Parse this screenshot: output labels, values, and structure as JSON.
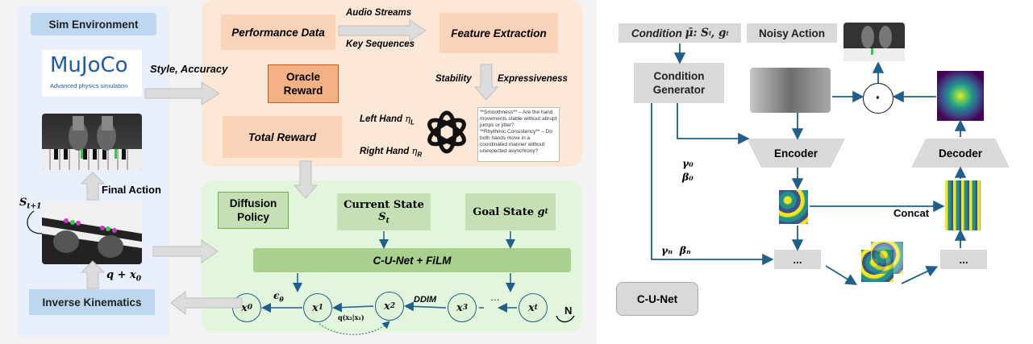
{
  "left": {
    "sim_environment": "Sim Environment",
    "mujoco_logo": "MuJoCo",
    "mujoco_sub": "Advanced physics simulation",
    "style_accuracy": "Style, Accuracy",
    "final_action": "Final Action",
    "state_next": "S",
    "state_next_sub": "t+1",
    "q_x0": "q + x",
    "q_x0_sub": "0",
    "inverse_kinematics": "Inverse Kinematics"
  },
  "reward": {
    "performance_data": "Performance Data",
    "audio_streams": "Audio Streams",
    "key_sequences": "Key Sequences",
    "feature_extraction": "Feature Extraction",
    "stability": "Stability",
    "expressiveness": "Expressiveness",
    "oracle_reward": "Oracle Reward",
    "total_reward": "Total Reward",
    "left_hand": "Left Hand",
    "left_hand_sym": "η",
    "left_hand_sub": "L",
    "right_hand": "Right Hand",
    "right_hand_sym": "η",
    "right_hand_sub": "R",
    "prompt_text_1": "**Smoothness** – Are the hand movements stable without abrupt jumps or jitter?",
    "prompt_text_2": "**Rhythmic Consistency** – Do both hands move in a coordinated manner without unexpected asynchrony?"
  },
  "policy": {
    "diffusion_policy": "Diffusion Policy",
    "current_state": "Current State",
    "current_state_sym": "S",
    "current_state_sub": "t",
    "goal_state": "Goal State",
    "goal_state_sym": "g",
    "goal_state_sub": "t",
    "cunet_film": "C-U-Net + FiLM",
    "x0": "x",
    "x0_sub": "0",
    "x1": "x",
    "x1_sub": "1",
    "x2": "x",
    "x2_sub": "2",
    "x3": "x",
    "x3_sub": "3",
    "xt": "x",
    "xt_sub": "t",
    "eps": "ϵ",
    "eps_sub": "θ",
    "ddim": "DDIM",
    "dots": "…",
    "q_label": "q(x₂|x₁)",
    "n_label": "N"
  },
  "right": {
    "condition": "Condition",
    "condition_formula": "μ̄: S",
    "condition_formula_sub": "t",
    "condition_formula_tail": ", g",
    "condition_formula_tail_sub": "t",
    "noisy_action": "Noisy Action",
    "condition_generator": "Condition Generator",
    "gamma0": "γ₀",
    "beta0": "β₀",
    "encoder": "Encoder",
    "decoder": "Decoder",
    "dot_op": "·",
    "concat": "Concat",
    "gamma_n": "γₙ",
    "beta_n": "βₙ",
    "dots_left": "...",
    "dots_right": "...",
    "cunet": "C-U-Net"
  },
  "colors": {
    "sim_blue": "#bdd7ee",
    "reward_panel": "#fde7d6",
    "policy_panel": "#e2f6dd",
    "oracle": "#f4b183",
    "box_green": "#c5e0b4",
    "unet_bar": "#a9d18e",
    "arrow_blue": "#1f5f8b",
    "gray": "#d9d9d9"
  }
}
